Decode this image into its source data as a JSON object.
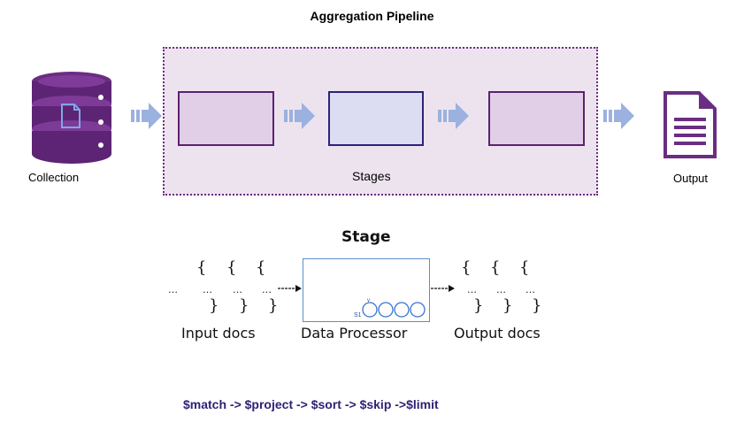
{
  "title": "Aggregation Pipeline",
  "collection_label": "Collection",
  "stages_label": "Stages",
  "output_label": "Output",
  "stage_title": "Stage",
  "input_docs_label": "Input docs",
  "processor_label": "Data Processor",
  "output_docs_label": "Output docs",
  "formula": "$match -> $project -> $sort -> $skip ->$limit",
  "colors": {
    "purple": "#6b2d7e",
    "arrow": "#9bb1df",
    "formula": "#2d2374"
  },
  "icons": [
    "database-icon",
    "document-icon",
    "arrow-icon"
  ]
}
